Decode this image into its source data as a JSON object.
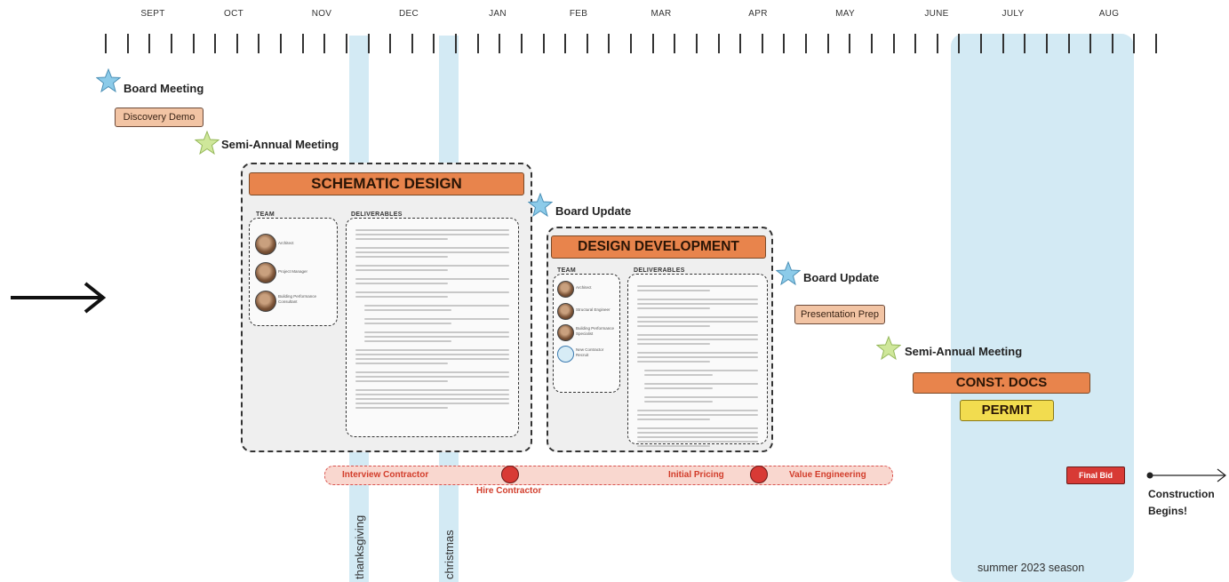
{
  "timeline": {
    "months": [
      "SEPT",
      "OCT",
      "NOV",
      "DEC",
      "JAN",
      "FEB",
      "MAR",
      "APR",
      "MAY",
      "JUNE",
      "JULY",
      "AUG"
    ]
  },
  "bands": {
    "thanksgiving": "thanksgiving",
    "christmas": "christmas",
    "summer": "summer 2023 season"
  },
  "milestones": {
    "board_meeting": "Board Meeting",
    "discovery_demo": "Discovery Demo",
    "semi_annual_1": "Semi-Annual Meeting",
    "board_update_1": "Board Update",
    "board_update_2": "Board Update",
    "presentation_prep": "Presentation Prep",
    "semi_annual_2": "Semi-Annual Meeting"
  },
  "schematic": {
    "title": "SCHEMATIC DESIGN",
    "team_label": "TEAM",
    "deliverables_label": "DELIVERABLES",
    "team": [
      "Architect",
      "Project Manager",
      "Building Performance Consultant"
    ]
  },
  "design_dev": {
    "title": "DESIGN DEVELOPMENT",
    "team_label": "TEAM",
    "deliverables_label": "DELIVERABLES",
    "team": [
      "Architect",
      "Structural Engineer",
      "Building Performance Specialist",
      "New Contractor Recruit"
    ]
  },
  "const_docs": {
    "title": "CONST. DOCS"
  },
  "permit": {
    "title": "PERMIT"
  },
  "procurement": {
    "interview": "Interview Contractor",
    "hire": "Hire Contractor",
    "pricing": "Initial Pricing",
    "value_eng": "Value Engineering",
    "final_bid": "Final Bid"
  },
  "construction": {
    "line1": "Construction",
    "line2": "Begins!"
  },
  "colors": {
    "sky": "#d3eaf4",
    "phase_orange": "#e8844c",
    "pill_peach": "#f2c4a4",
    "permit_yellow": "#f2dc4f",
    "red": "#d83a35",
    "star_blue": "#8ccbe9",
    "star_green": "#cfe79a"
  }
}
